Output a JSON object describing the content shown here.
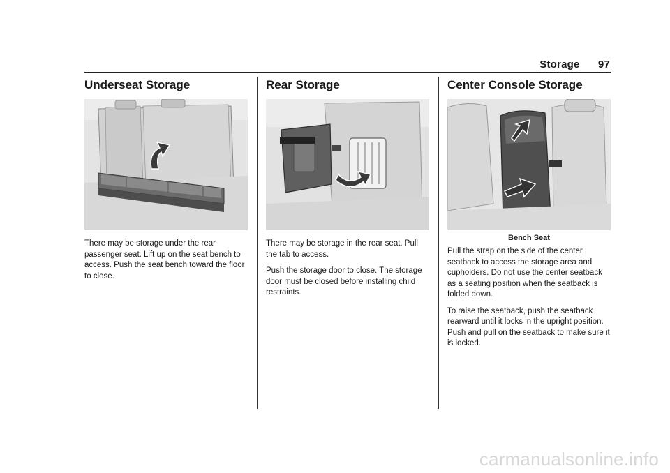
{
  "header": {
    "section": "Storage",
    "page_number": "97"
  },
  "columns": [
    {
      "title": "Underseat Storage",
      "paragraphs": [
        "There may be storage under the rear passenger seat. Lift up on the seat bench to access. Push the seat bench toward the floor to close."
      ]
    },
    {
      "title": "Rear Storage",
      "paragraphs": [
        "There may be storage in the rear seat. Pull the tab to access.",
        "Push the storage door to close. The storage door must be closed before installing child restraints."
      ]
    },
    {
      "title": "Center Console Storage",
      "caption": "Bench Seat",
      "paragraphs": [
        "Pull the strap on the side of the center seatback to access the storage area and cupholders. Do not use the center seatback as a seating position when the seatback is folded down.",
        "To raise the seatback, push the seatback rearward until it locks in the upright position. Push and pull on the seatback to make sure it is locked."
      ]
    }
  ],
  "watermark": "carmanualsonline.info",
  "colors": {
    "illustration_bg": "#dcdcdc",
    "arrow_fill": "#3a3a3a",
    "watermark": "#d7d7d7"
  }
}
